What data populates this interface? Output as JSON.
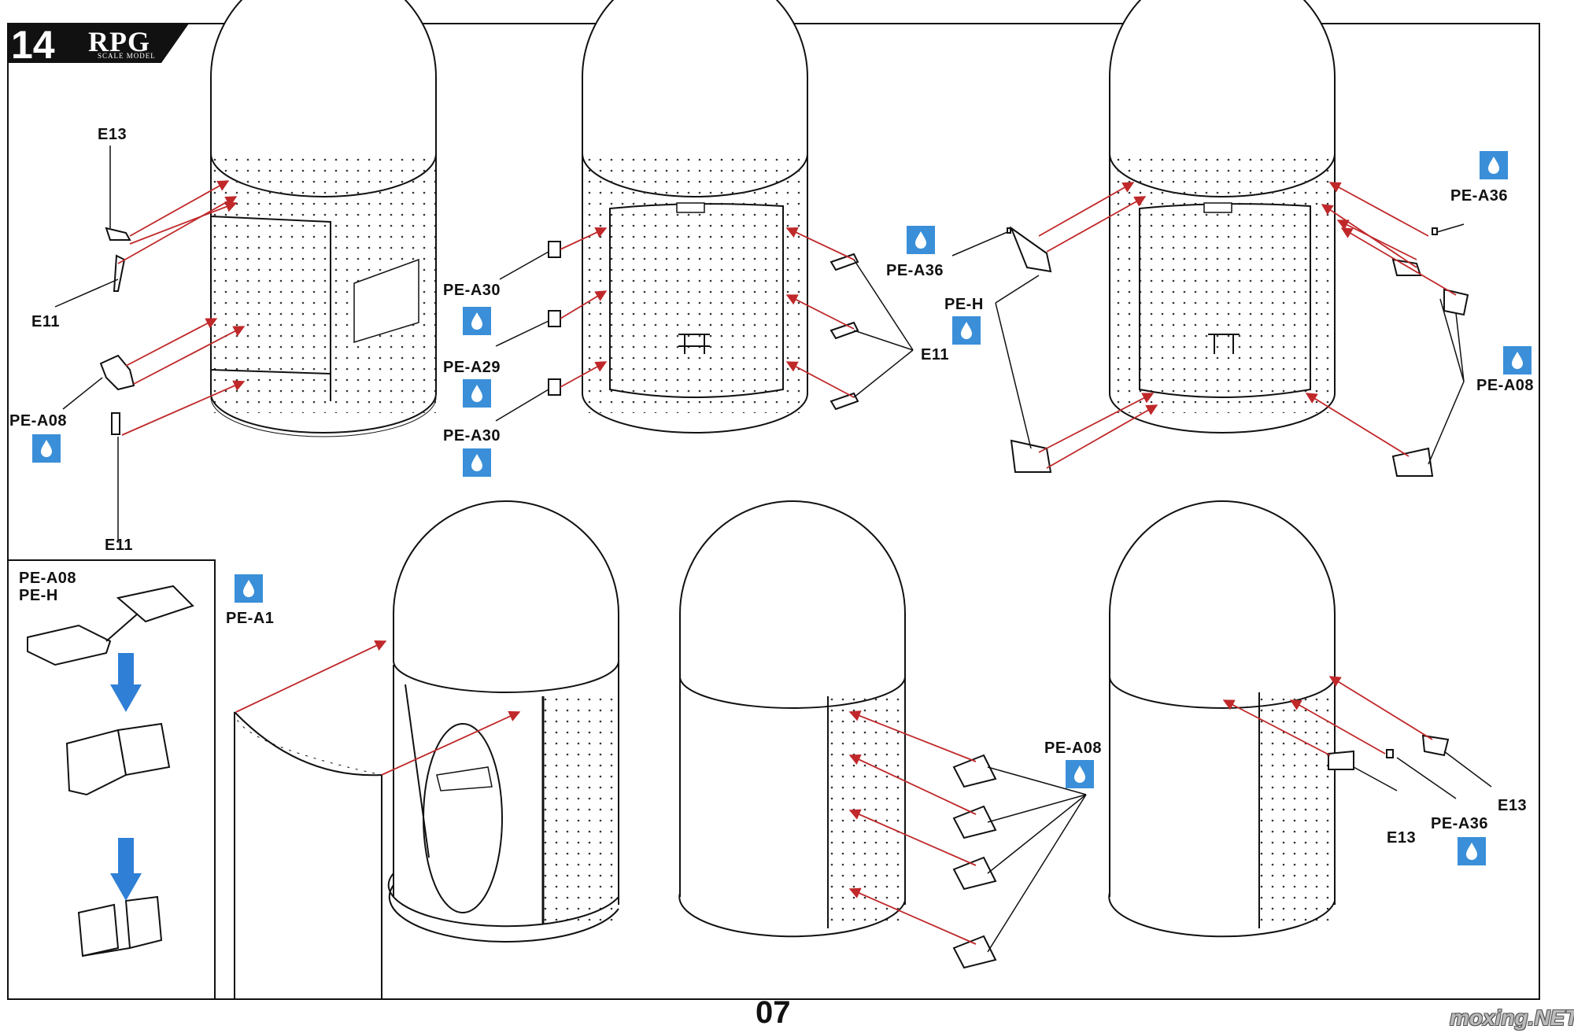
{
  "header": {
    "step_number": "14",
    "brand": "RPG",
    "brand_sub": "SCALE MODEL"
  },
  "footer": {
    "page_number": "07",
    "watermark": "moxing.NET"
  },
  "labels": {
    "e13_a": "E13",
    "e11_a": "E11",
    "pea08_a": "PE-A08",
    "e11_b": "E11",
    "pea30_a": "PE-A30",
    "pea29": "PE-A29",
    "pea30_b": "PE-A30",
    "e11_c": "E11",
    "pea36_a": "PE-A36",
    "peh_a": "PE-H",
    "pea36_b": "PE-A36",
    "pea08_b": "PE-A08",
    "inset_a08": "PE-A08",
    "inset_h": "PE-H",
    "pea1": "PE-A1",
    "pea08_c": "PE-A08",
    "e13_b": "E13",
    "e13_c": "E13",
    "pea36_c": "PE-A36"
  },
  "icons": {
    "glue": "glue-drop-icon",
    "arrow": "down-arrow-icon"
  },
  "colors": {
    "arrow_red": "#c0282a",
    "glue_blue": "#3a8fd8",
    "inset_arrow": "#2f7fd6"
  }
}
